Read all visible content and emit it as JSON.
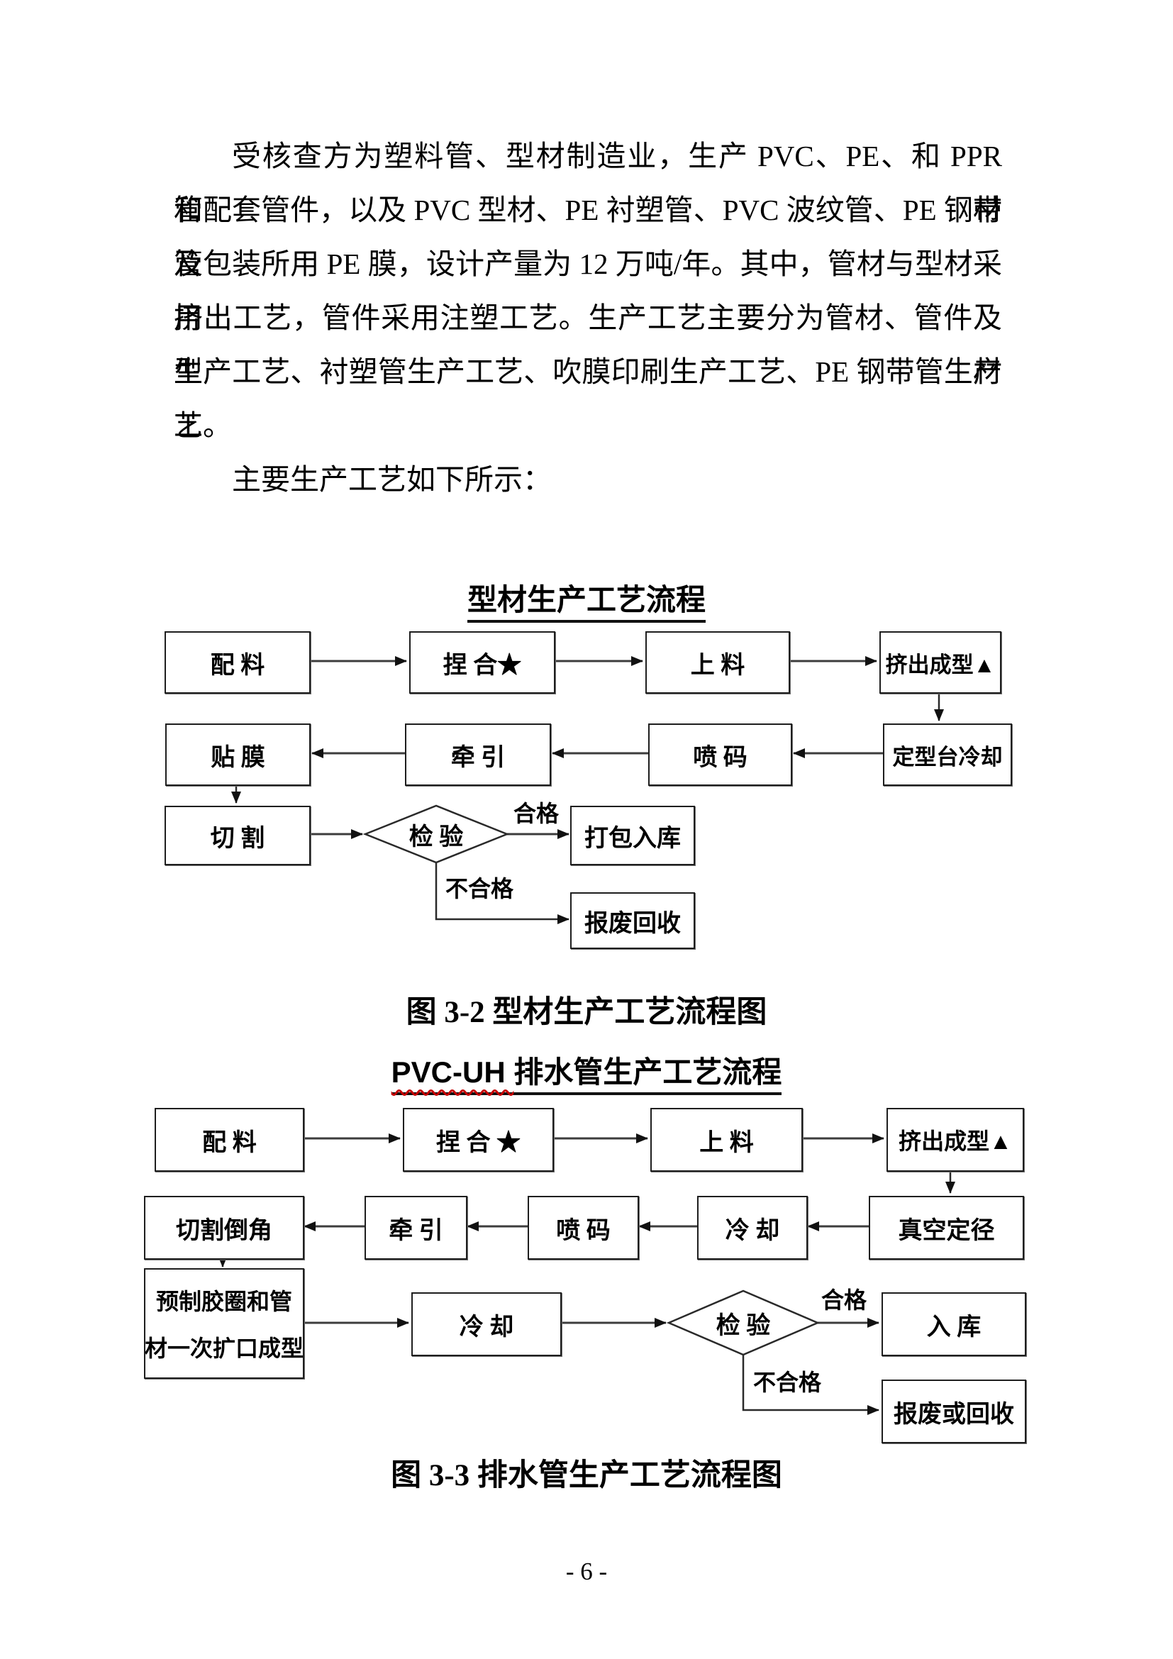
{
  "paragraph": {
    "lines": [
      "受核查方为塑料管、型材制造业，生产 PVC、PE、和 PPR 管材",
      "和配套管件，以及 PVC 型材、PE 衬塑管、PVC 波纹管、PE 钢带管",
      "及包装所用 PE 膜，设计产量为 12 万吨/年。其中，管材与型材采用",
      "挤出工艺，管件采用注塑工艺。生产工艺主要分为管材、管件及型材",
      "生产工艺、衬塑管生产工艺、吹膜印刷生产工艺、PE 钢带管生产工",
      "艺。"
    ],
    "lead": "主要生产工艺如下所示："
  },
  "flowchart1": {
    "title": "型材生产工艺流程",
    "caption": "图 3-2 型材生产工艺流程图",
    "boxes": {
      "batching": "配 料",
      "kneading": "捏 合★",
      "feeding": "上 料",
      "extrusion": "挤出成型▲",
      "film": "贴 膜",
      "traction": "牵 引",
      "coding": "喷 码",
      "cooling_table": "定型台冷却",
      "cutting": "切 割",
      "packing": "打包入库",
      "scrap": "报废回收"
    },
    "diamond": "检 验",
    "labels": {
      "pass": "合格",
      "fail": "不合格"
    }
  },
  "flowchart2": {
    "title_latin": "PVC-UH ",
    "title_cn": "排水管生产工艺流程",
    "caption": "图 3-3 排水管生产工艺流程图",
    "boxes": {
      "batching": "配 料",
      "kneading": "捏 合 ★",
      "feeding": "上 料",
      "extrusion": "挤出成型▲",
      "cut_chamfer": "切割倒角",
      "traction": "牵 引",
      "coding": "喷 码",
      "cooling": "冷 却",
      "vacuum_sizing": "真空定径",
      "preform_line1": "预制胶圈和管",
      "preform_line2": "材一次扩口成型",
      "cooling2": "冷 却",
      "warehouse": "入 库",
      "scrap": "报废或回收"
    },
    "diamond": "检 验",
    "labels": {
      "pass": "合格",
      "fail": "不合格"
    }
  },
  "page": {
    "number": "- 6 -"
  }
}
